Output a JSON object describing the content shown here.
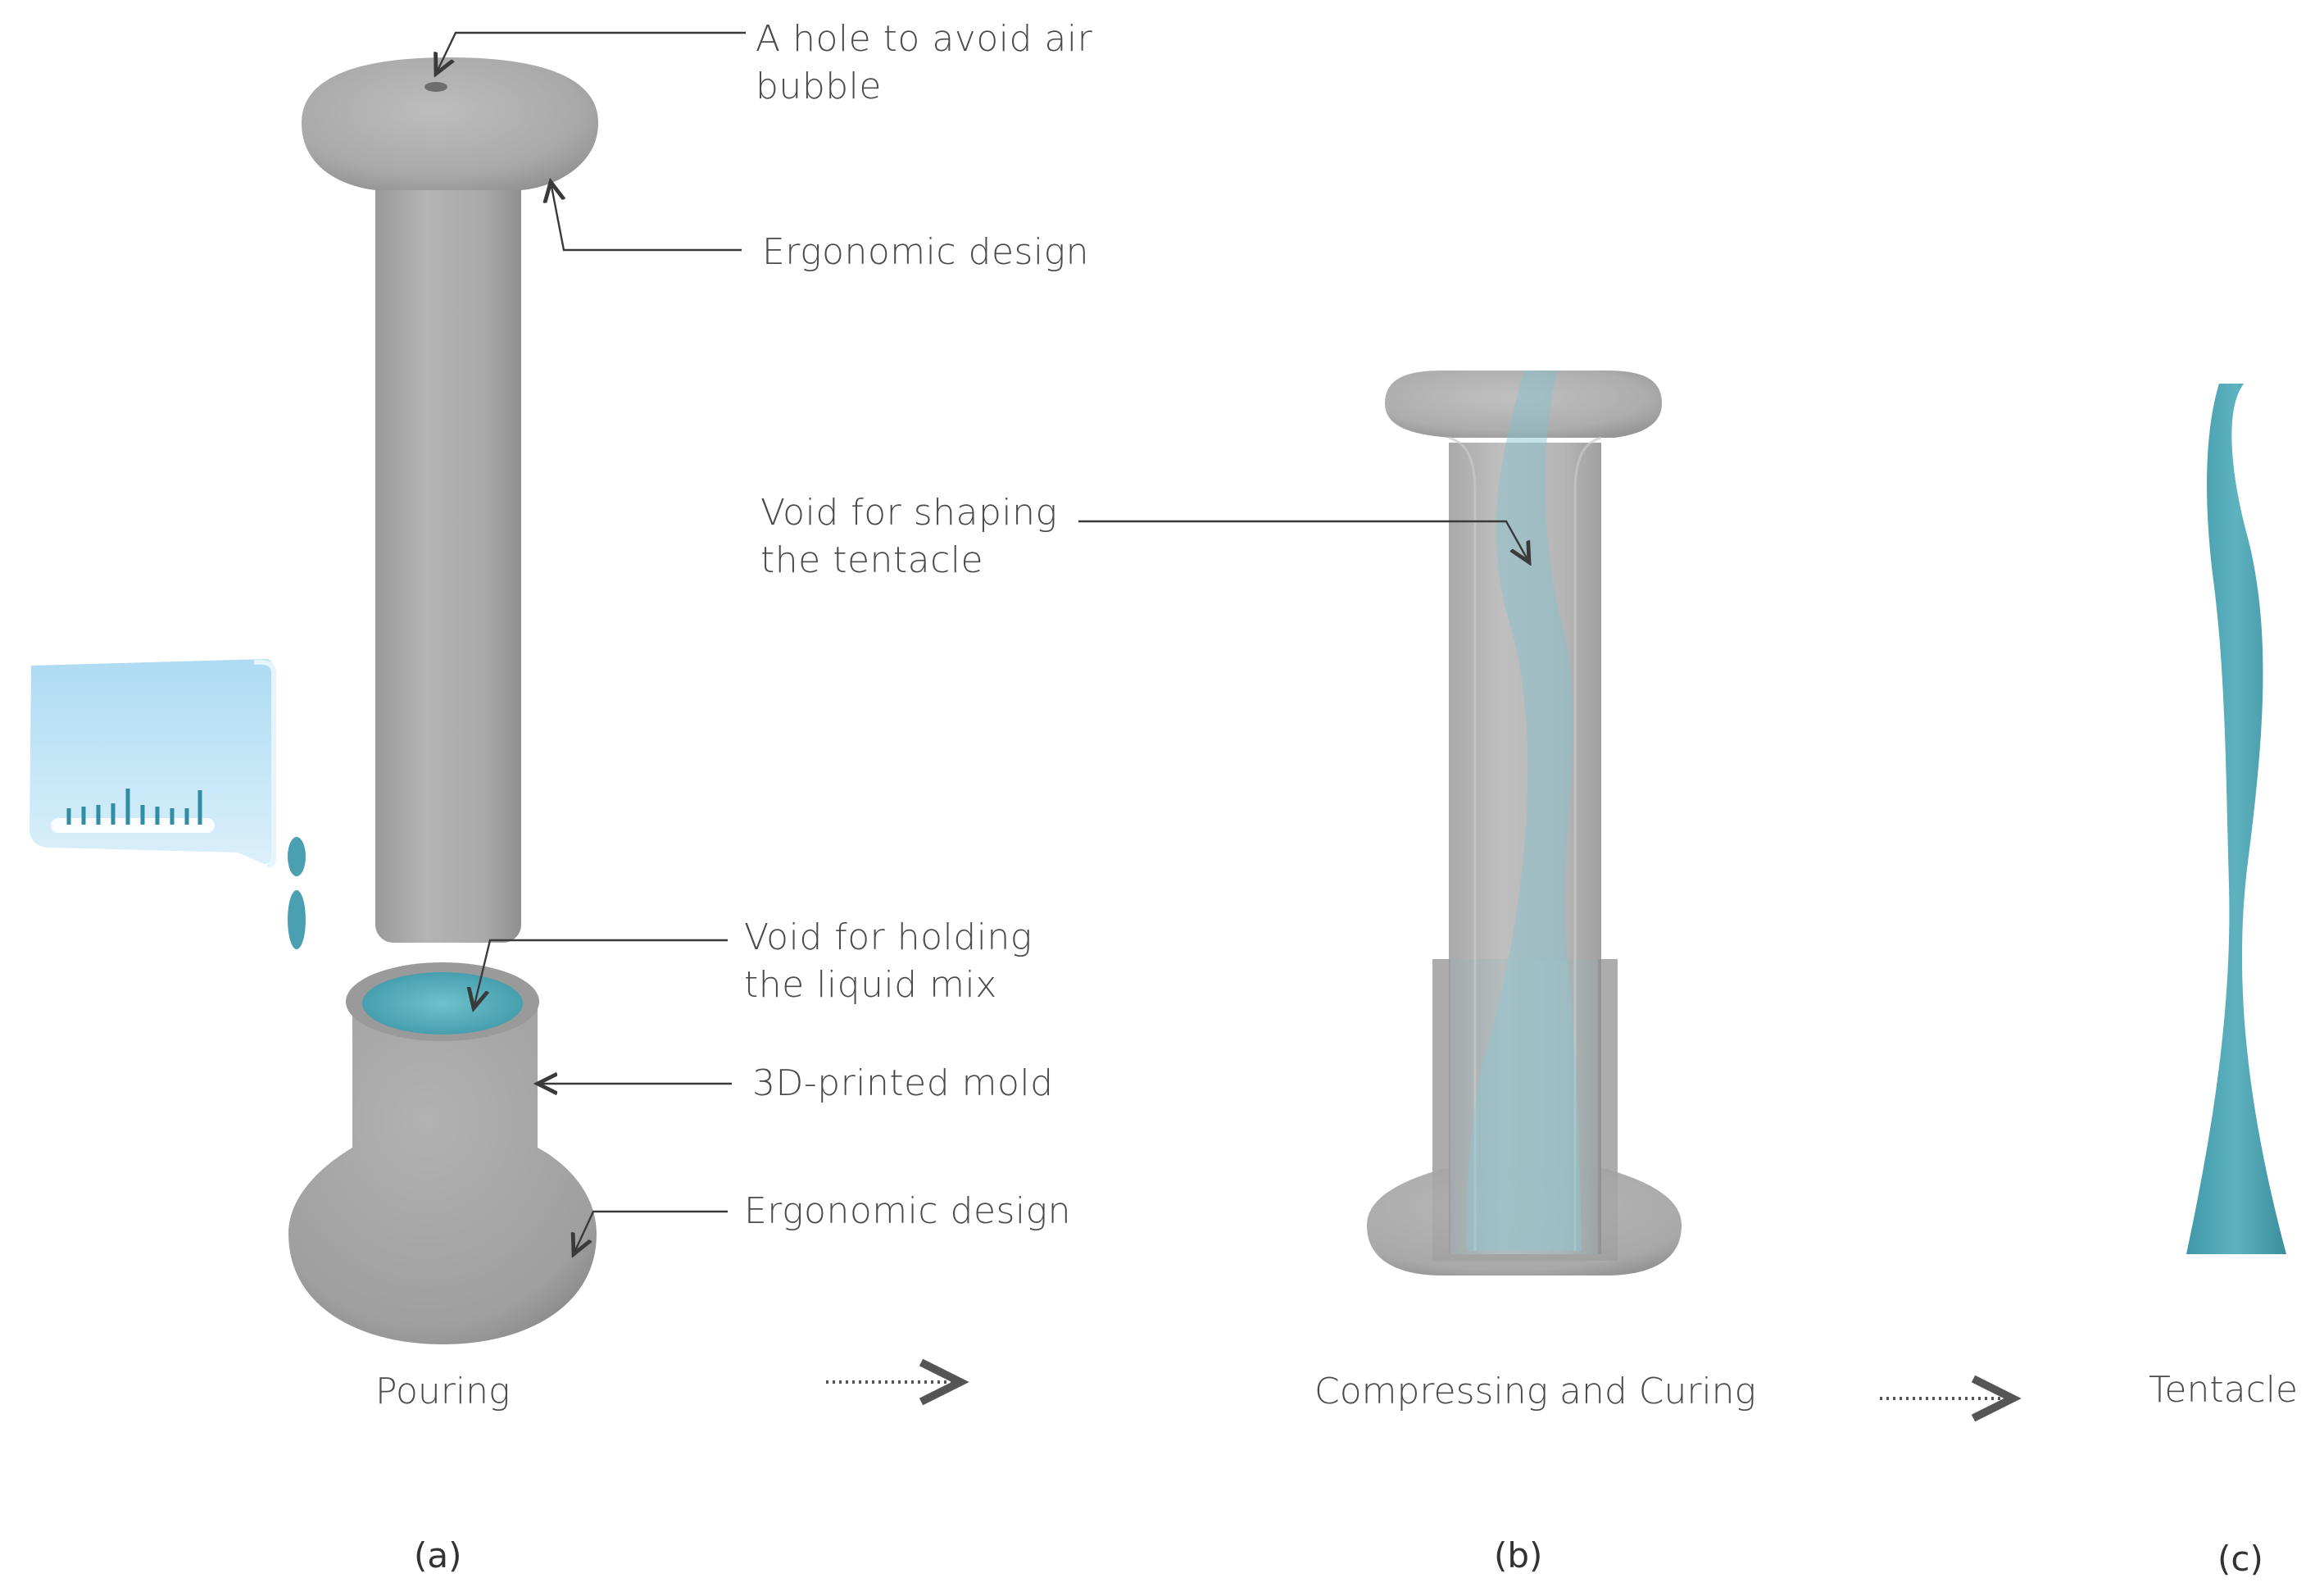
{
  "labels": {
    "hole_air": [
      "A hole to avoid air",
      "bubble"
    ],
    "ergonomic_top": "Ergonomic design",
    "void_shaping": [
      "Void for shaping",
      "the tentacle"
    ],
    "void_holding": [
      "Void for holding",
      "the liquid mix"
    ],
    "printed_mold": "3D-printed mold",
    "ergonomic_bottom": "Ergonomic design"
  },
  "steps": {
    "pouring": "Pouring",
    "compressing": "Compressing and Curing",
    "tentacle": "Tentacle"
  },
  "panels": {
    "a": "(a)",
    "b": "(b)",
    "c": "(c)"
  },
  "colors": {
    "mold_gray": "#a8a8a8",
    "liquid_teal": "#4fa5b4",
    "beaker_blue": "#bfe3f7",
    "leader": "#3a3a3a"
  }
}
